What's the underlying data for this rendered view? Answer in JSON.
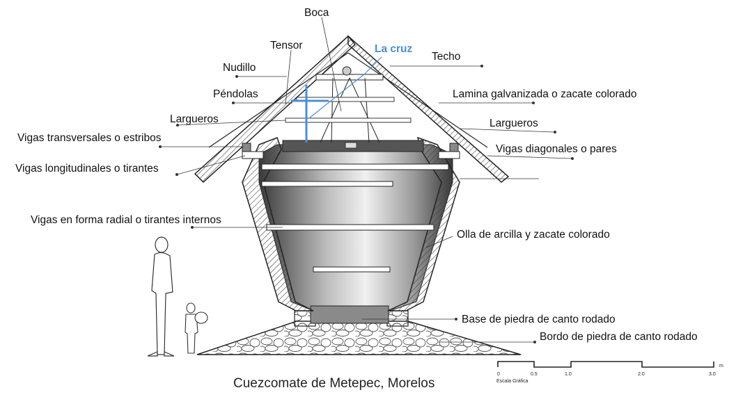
{
  "caption": "Cuezcomate de Metepec, Morelos",
  "labels": {
    "boca": "Boca",
    "tensor": "Tensor",
    "la_cruz": "La cruz",
    "techo": "Techo",
    "nudillo": "Nudillo",
    "pendolas": "Péndolas",
    "lamina": "Lamina galvanizada o zacate colorado",
    "largueros_left": "Largueros",
    "largueros_right": "Largueros",
    "vigas_transversales": "Vigas transversales o estribos",
    "vigas_diagonales": "Vigas diagonales o pares",
    "vigas_longitudinales": "Vigas longitudinales o tirantes",
    "vigas_radial": "Vigas en forma radial o tirantes internos",
    "olla": "Olla de arcilla y zacate colorado",
    "base": "Base de piedra de canto rodado",
    "bordo": "Bordo de piedra de canto rodado"
  },
  "scale": {
    "title": "Escala Gráfica",
    "unit": "m",
    "ticks": [
      "0",
      "0.5",
      "1.0",
      "2.0",
      "3.0"
    ]
  },
  "colors": {
    "accent_blue": "#4a8fd4",
    "line": "#222222",
    "hatch": "#555555"
  }
}
